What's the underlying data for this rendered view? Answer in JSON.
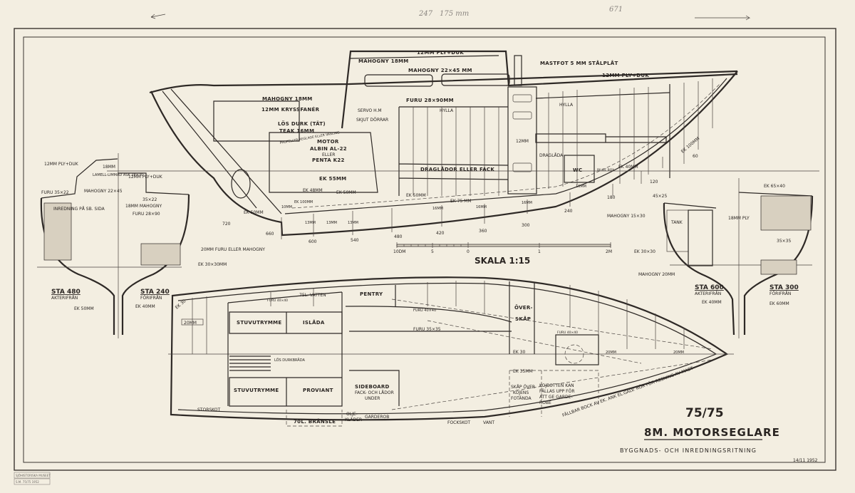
{
  "pencil": {
    "n1": "247",
    "n2": "175 mm",
    "n3": "671"
  },
  "title": {
    "number": "75/75",
    "name": "8M. MOTORSEGLARE",
    "subtitle": "BYGGNADS- OCH INREDNINGSRITNING",
    "date": "14/11 1952"
  },
  "stamp": {
    "line1": "SJÖHISTORISKA MUSEET",
    "line2": "S.M. 75/75 1952"
  },
  "scale": {
    "label": "SKALA 1:15",
    "ticks": [
      "10DM",
      "5",
      "0",
      "1",
      "2M"
    ]
  },
  "profile": {
    "mahogny18a": "MAHOGNY 18MM",
    "ply12a": "12MM PLY+DUK",
    "mahogny2245": "MAHOGNY 22×45 MM",
    "mastfot": "MASTFOT 5 MM STÅLPLÅT",
    "ply12b": "12MM PLY+DUK",
    "mahogny18b": "MAHOGNY 18MM",
    "krysspaner": "12MM KRYSSFANÉR",
    "losdurk": "LÖS DURK (TÄT)",
    "teak": "TEAK 16MM",
    "motor": "MOTOR",
    "albin": "ALBIN AL-22",
    "eller": "ELLER",
    "penta": "PENTA K22",
    "propeller": "PROPELLER-REGLAGE ELLER VÄXLING",
    "servo": "SERVO H.M",
    "skjut": "SKJUT DÖRRAR",
    "furu": "FURU 28×90MM",
    "hylla1": "HYLLA",
    "hylla2": "HYLLA",
    "mm12": "12MM",
    "draglada": "DRAGLÅDA",
    "draglador": "DRAGLÅDOR ELLER FACK",
    "wc": "WC",
    "bilge": "BILGE BOX",
    "ek40": "EK 40MM",
    "ek100": "EK 100MM",
    "ek55": "EK 55MM",
    "ek48": "EK 48MM",
    "ek50a": "EK 50MM",
    "ek50b": "EK 50MM",
    "ek50c": "EK 50MM",
    "ek75": "EK 75 MM",
    "ek100b": "EK 100MM",
    "mm10a": "10MM",
    "mm10b": "10MM",
    "mm13a": "13MM",
    "mm13b": "13MM",
    "mm13c": "13MM",
    "mm16a": "16MM",
    "mm16b": "16MM",
    "mm16c": "16MM",
    "stations": [
      "720",
      "660",
      "600",
      "540",
      "480",
      "420",
      "360",
      "300",
      "240",
      "180",
      "120",
      "60"
    ]
  },
  "section_left": {
    "ply_a": "12MM PLY+DUK",
    "mm18": "18MM",
    "lamell": "LAMELL-LIMMAD ASK 28×30",
    "mahogny2245": "MAHOGNY 22×45",
    "furu3522": "FURU 35×22",
    "inredning": "INREDNING PÅ SB. SIDA",
    "ply_b": "12MM PLY+DUK",
    "s3522": "35×22",
    "mahogny18": "18MM MAHOGNY",
    "furu2890": "FURU 28×90",
    "furu20": "20MM FURU ELLER MAHOGNY",
    "ek3030": "EK 30×30MM",
    "sta480": "STA 480",
    "akter": "AKTERIFRÅN",
    "sta240": "STA 240",
    "forifran": "FÖRIFRÅN",
    "ek50": "EK 50MM",
    "ek40": "EK 40MM"
  },
  "section_right": {
    "s4525": "45×25",
    "mahogny1530": "MAHOGNY 15×30",
    "tank": "TANK",
    "ply18": "18MM PLY",
    "ek6540": "EK 65×40",
    "s3535": "35×35",
    "ek3030": "EK 30×30",
    "mahogny20": "MAHOGNY 20MM",
    "sta600": "STA 600",
    "akter": "AKTERIFRÅN",
    "ek40": "EK 40MM",
    "sta300": "STA 300",
    "forifran": "FÖRIFRÅN",
    "ek60": "EK 60MM"
  },
  "plan": {
    "ek30": "EK 30",
    "mm20a": "20MM",
    "vatten": "75L. VATTEN",
    "pentry": "PENTRY",
    "furu4040a": "FURU 40×40",
    "furu4040b": "FURU 40×40",
    "furu3535": "FURU 35×35",
    "stuvutrymme1": "STUVUTRYMME",
    "islada": "ISLÅDA",
    "overskap1": "ÖVER-",
    "overskap2": "SKÅP",
    "losdurkbrada": "LÖS DURKBRÄDA",
    "ek30b": "EK 30",
    "ek35": "EK 35MM",
    "stuvutrymme2": "STUVUTRYMME",
    "proviant": "PROVIANT",
    "sideboard": "SIDEBOARD",
    "sideboard2": "FACK- OCH LÅDOR",
    "sideboard3": "UNDER",
    "skap1": "SKÅP ÖVER",
    "skap2": "KOJENS",
    "skap3": "FOTÄNDA",
    "koj1": "KOJBOTTEN KAN",
    "koj2": "FÄLLAS UPP FÖR",
    "koj3": "ATT GE GARDE-",
    "koj4": "ROBE",
    "storskot": "STORSKOT",
    "bransle": "70L. BRÄNSLE",
    "olje1": "OLJE-",
    "olje2": "KLÄDER",
    "garderob": "GARDEROB",
    "fockskot": "FOCKSKOT",
    "vant": "VANT",
    "fallbar": "FÄLLBAR BOCK AV EK. ANK EL.GALV. RÖR FÖR RESNING AV MAST",
    "mm20b": "20MM",
    "mm20c": "20MM",
    "furu4040c": "FURU 40×40"
  }
}
